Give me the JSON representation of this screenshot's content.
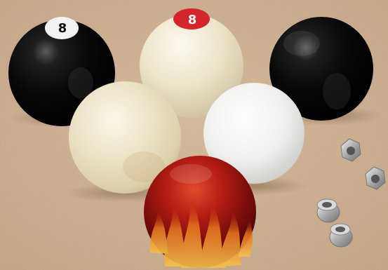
{
  "scene": {
    "background_color": "#d2b596",
    "objects": [
      {
        "name": "black-eight-ball-knob",
        "number": "8",
        "color": "#0c0c0c",
        "label_bg": "#f2f2f2",
        "label_text_color": "#111111"
      },
      {
        "name": "cream-eight-ball-knob",
        "number": "8",
        "color": "#efe9d4",
        "label_bg": "#d6242b",
        "label_text_color": "#ffffff"
      },
      {
        "name": "black-plain-knob",
        "color": "#080808"
      },
      {
        "name": "cream-plain-knob",
        "color": "#eee7cf"
      },
      {
        "name": "white-plain-knob",
        "color": "#f3f3f1"
      },
      {
        "name": "red-flame-knob",
        "color": "#b31b12",
        "flame_color": "#f1b23a"
      },
      {
        "name": "hex-nut",
        "color": "#c8c8c8"
      },
      {
        "name": "threaded-adapter",
        "color": "#c0c0c0"
      }
    ]
  }
}
